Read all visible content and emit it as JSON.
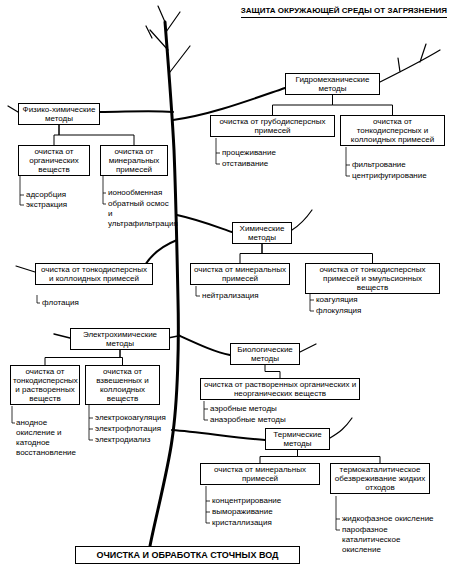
{
  "diagram": {
    "title": "ЗАЩИТА ОКРУЖАЮЩЕЙ СРЕДЫ ОТ ЗАГРЯЗНЕНИЯ",
    "nodes": [
      {
        "text": [
          "Физико-химические методы"
        ]
      },
      {
        "text": [
          "очистка от органических веществ"
        ]
      },
      {
        "text": [
          "очистка от минеральных примесей"
        ]
      },
      {
        "text": [
          "Гидромеханические методы"
        ]
      },
      {
        "text": [
          "очистка от грубодисперсных примесей"
        ]
      },
      {
        "text": [
          "очистка от тонкодисперсных и коллоидных примесей"
        ]
      },
      {
        "text": [
          "очистка от тонкодисперсных и коллоидных примесей"
        ]
      },
      {
        "text": [
          "Химические методы"
        ]
      },
      {
        "text": [
          "очистка от минеральных примесей"
        ]
      },
      {
        "text": [
          "очистка от тонкодисперсных примесей и эмульсионных веществ"
        ]
      },
      {
        "text": [
          "Электрохимические методы"
        ]
      },
      {
        "text": [
          "очистка от тонкодисперсных и растворенных веществ"
        ]
      },
      {
        "text": [
          "очистка от взвешенных и коллоидных веществ"
        ]
      },
      {
        "text": [
          "Биологические методы"
        ]
      },
      {
        "text": [
          "очистка от растворенных органических и неорганических веществ"
        ]
      },
      {
        "text": [
          "Термические методы"
        ]
      },
      {
        "text": [
          "очистка от минеральных примесей"
        ]
      },
      {
        "text": [
          "термокаталитическое обезвреживание жидких отходов"
        ]
      },
      {
        "text": [
          "ОЧИСТКА И ОБРАБОТКА СТОЧНЫХ ВОД"
        ]
      }
    ],
    "edges": [
      {
        "from": 0,
        "to": 1,
        "arrow": "none"
      },
      {
        "from": 0,
        "to": 2,
        "arrow": "none"
      },
      {
        "from": 3,
        "to": 4,
        "arrow": "none"
      },
      {
        "from": 3,
        "to": 5,
        "arrow": "none"
      },
      {
        "from": 7,
        "to": 8,
        "arrow": "none"
      },
      {
        "from": 7,
        "to": 9,
        "arrow": "none"
      },
      {
        "from": 10,
        "to": 11,
        "arrow": "none"
      },
      {
        "from": 10,
        "to": 12,
        "arrow": "none"
      },
      {
        "from": 13,
        "to": 14,
        "arrow": "none"
      },
      {
        "from": 15,
        "to": 16,
        "arrow": "none"
      },
      {
        "from": 15,
        "to": 17,
        "arrow": "none"
      }
    ],
    "labels": [
      "адсорбция",
      "экстракция",
      "ионообменная",
      "обратный осмос и ультрафильтрация",
      "процеживание",
      "отстаивание",
      "фильтрование",
      "центрифугирование",
      "флотация",
      "нейтрализация",
      "коагуляция",
      "флокуляция",
      "анодное окисление и катодное восстановление",
      "электрокоагуляция",
      "электрофлотация",
      "электродиализ",
      "аэробные методы",
      "анаэробные методы",
      "концентрирование",
      "вымораживание",
      "кристаллизация",
      "жидкофазное окисление",
      "парофазное каталитическое окисление"
    ]
  }
}
